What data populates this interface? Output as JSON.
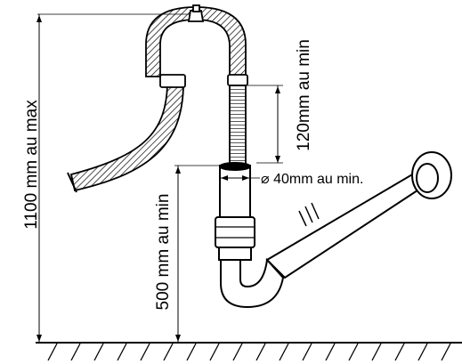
{
  "labels": {
    "max_height": "1100 mm au max",
    "hook_length": "120mm au min",
    "min_height": "500 mm au min",
    "diameter": "⌀ 40mm au min."
  },
  "colors": {
    "stroke": "#000000",
    "fill": "#ffffff"
  }
}
